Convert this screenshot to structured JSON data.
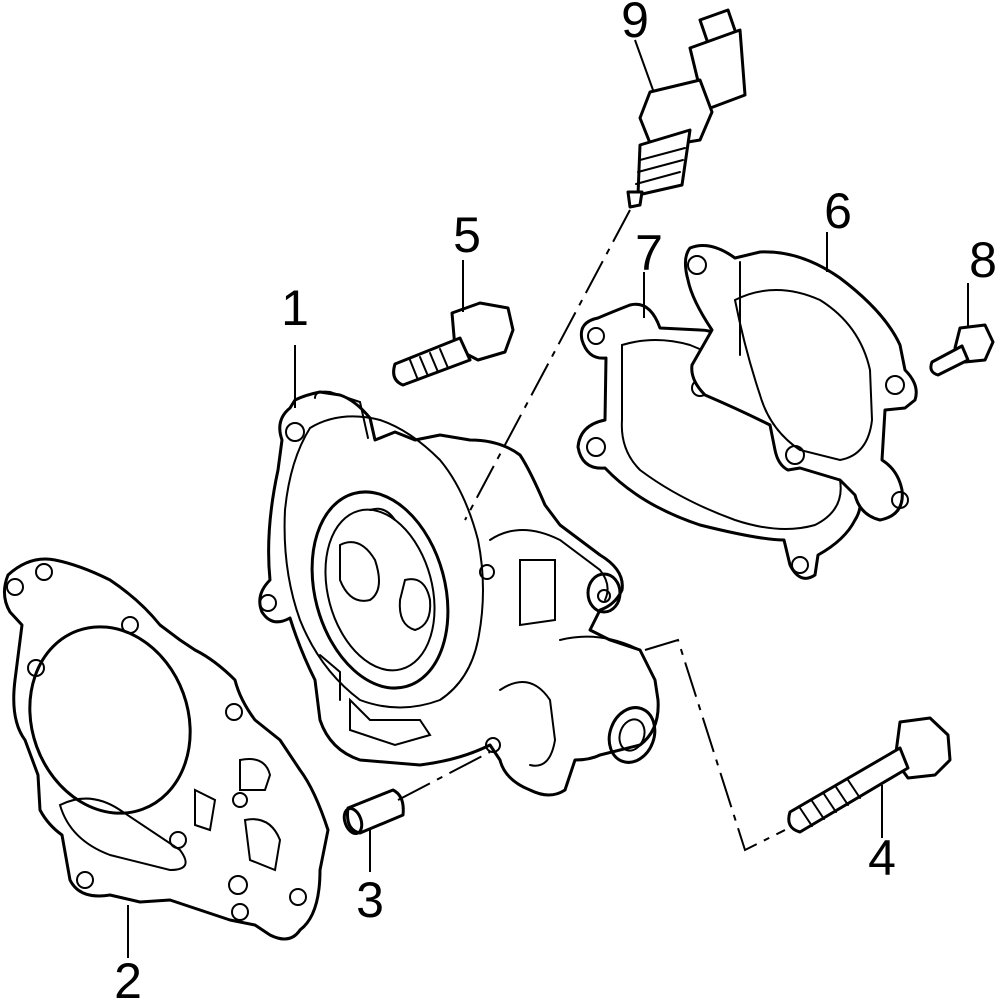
{
  "callouts": [
    {
      "id": 1,
      "label": "1"
    },
    {
      "id": 2,
      "label": "2"
    },
    {
      "id": 3,
      "label": "3"
    },
    {
      "id": 4,
      "label": "4"
    },
    {
      "id": 5,
      "label": "5"
    },
    {
      "id": 6,
      "label": "6"
    },
    {
      "id": 7,
      "label": "7"
    },
    {
      "id": 8,
      "label": "8"
    },
    {
      "id": 9,
      "label": "9"
    }
  ]
}
